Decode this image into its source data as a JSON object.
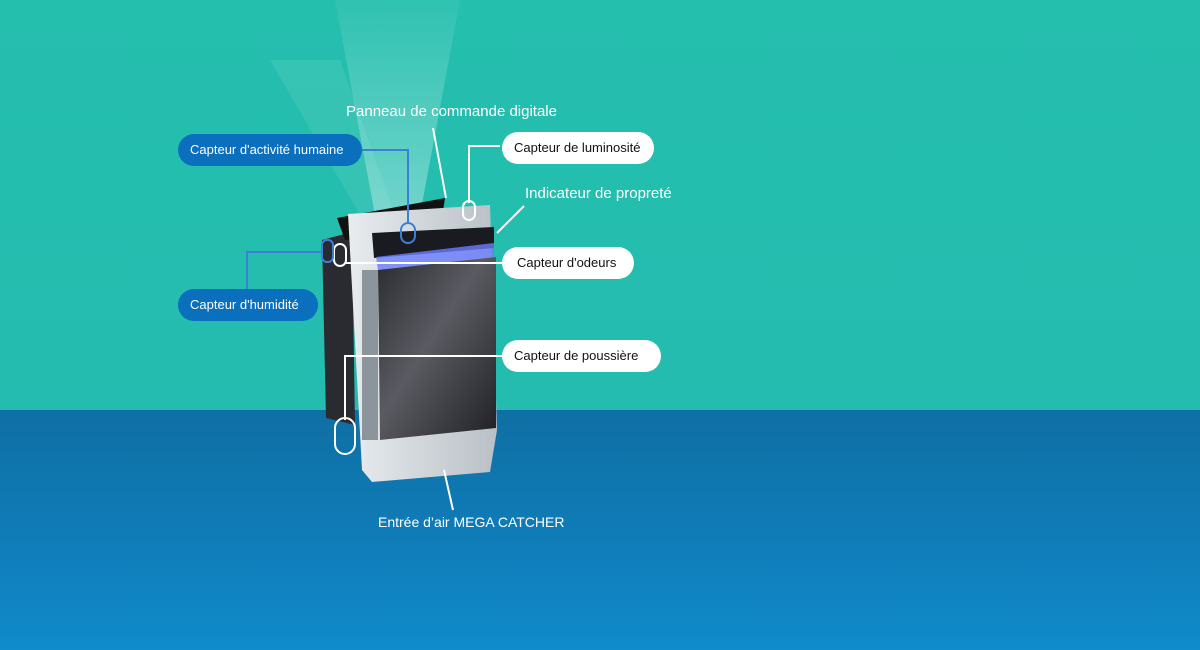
{
  "labels": {
    "control_panel": "Panneau de commande digitale",
    "human_activity": "Capteur d'activité humaine",
    "brightness": "Capteur de luminosité",
    "cleanliness": "Indicateur de propreté",
    "odor": "Capteur d'odeurs",
    "humidity": "Capteur d'humidité",
    "dust": "Capteur de poussière",
    "air_intake": "Entrée d’air MEGA CATCHER"
  },
  "colors": {
    "teal": "#25bfae",
    "blue_bottom": "#108bcb",
    "label_blue": "#0a6fbd"
  }
}
